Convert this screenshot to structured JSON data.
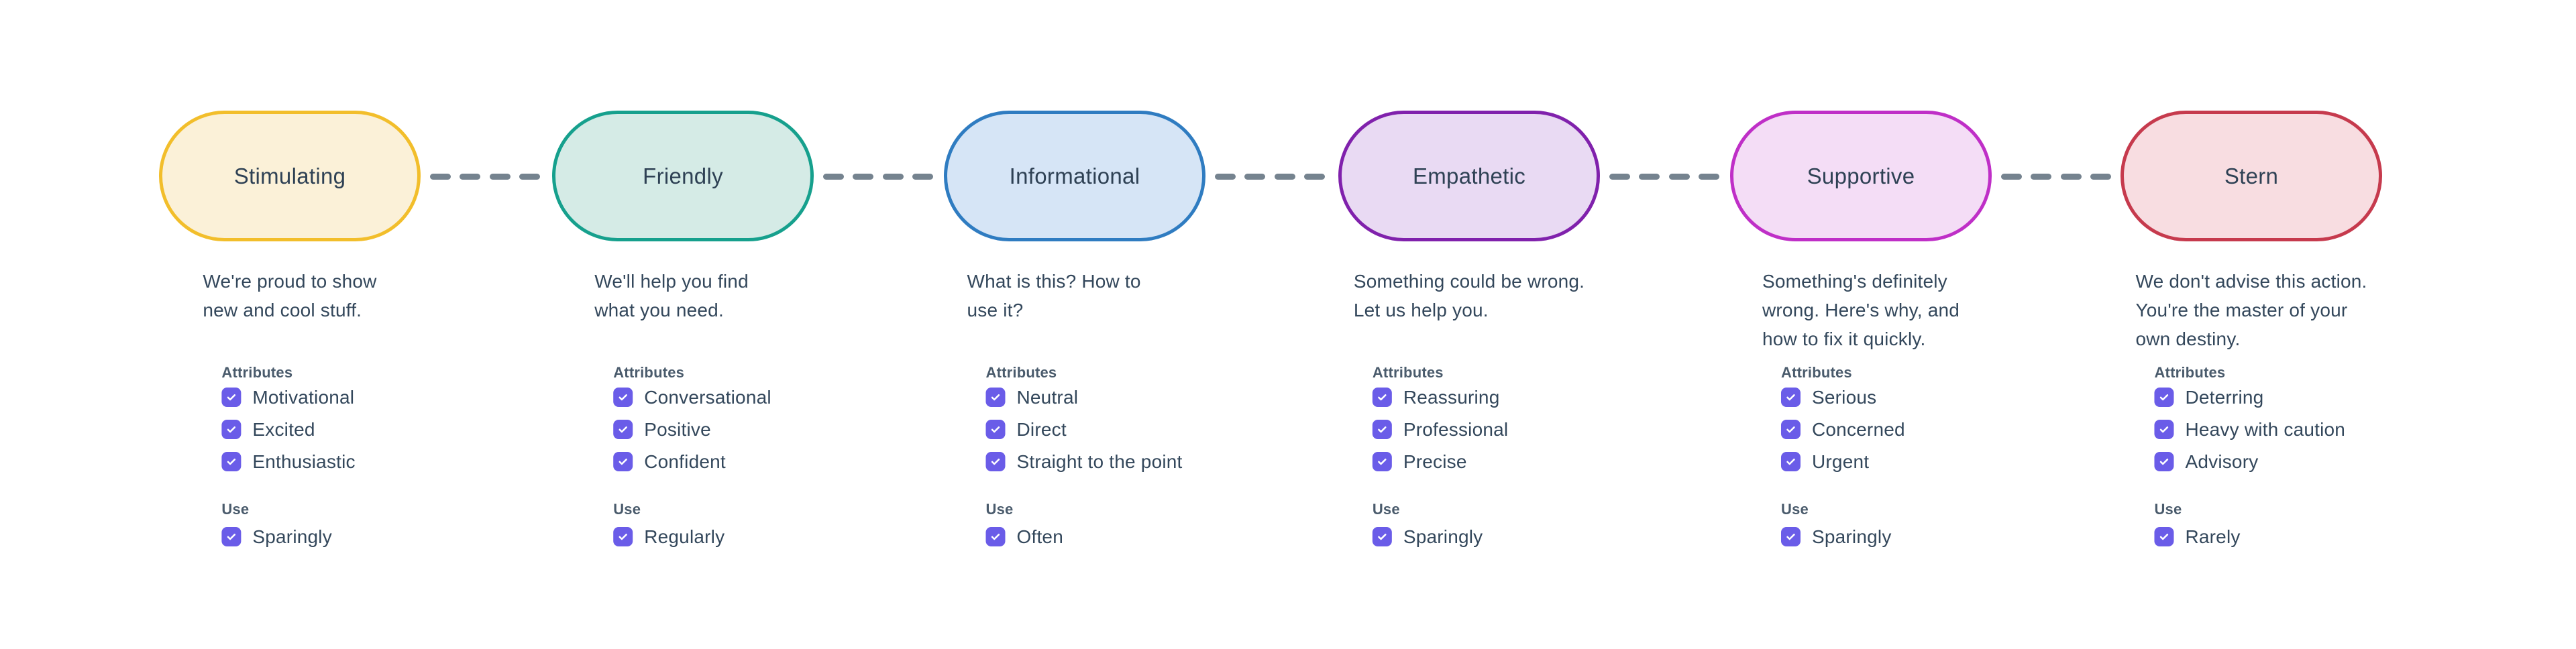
{
  "page": {
    "background": "#FFFFFF"
  },
  "sections": {
    "attributes_label": "Attributes",
    "use_label": "Use"
  },
  "checkbox": {
    "color": "#6A5CE8",
    "check_icon": "checkmark",
    "state": "checked"
  },
  "connector": {
    "style": "dashed",
    "color": "#75838F"
  },
  "tones": [
    {
      "name": "Stimulating",
      "border_color": "#F2BE2B",
      "fill_color": "#FBF1D8",
      "description_lines": [
        "We're proud to show",
        "new and cool stuff."
      ],
      "attributes": [
        "Motivational",
        "Excited",
        "Enthusiastic"
      ],
      "use": "Sparingly"
    },
    {
      "name": "Friendly",
      "border_color": "#16A08D",
      "fill_color": "#D5EBE6",
      "description_lines": [
        "We'll help you find",
        "what you need."
      ],
      "attributes": [
        "Conversational",
        "Positive",
        "Confident"
      ],
      "use": "Regularly"
    },
    {
      "name": "Informational",
      "border_color": "#2F7CC1",
      "fill_color": "#D6E5F6",
      "description_lines": [
        "What is this? How to",
        "use it?"
      ],
      "attributes": [
        "Neutral",
        "Direct",
        "Straight to the point"
      ],
      "use": "Often"
    },
    {
      "name": "Empathetic",
      "border_color": "#8021AC",
      "fill_color": "#E9DAF3",
      "description_lines": [
        "Something could be wrong.",
        "Let us help you."
      ],
      "attributes": [
        "Reassuring",
        "Professional",
        "Precise"
      ],
      "use": "Sparingly"
    },
    {
      "name": "Supportive",
      "border_color": "#BF2FC7",
      "fill_color": "#F4DDF6",
      "description_lines": [
        "Something's definitely",
        "wrong. Here's why, and",
        "how to fix it quickly."
      ],
      "attributes": [
        "Serious",
        "Concerned",
        "Urgent"
      ],
      "use": "Sparingly"
    },
    {
      "name": "Stern",
      "border_color": "#C63A4D",
      "fill_color": "#F8DDE1",
      "description_lines": [
        "We don't advise this action.",
        "You're the master of your",
        "own destiny."
      ],
      "attributes": [
        "Deterring",
        "Heavy with caution",
        "Advisory"
      ],
      "use": "Rarely"
    }
  ]
}
